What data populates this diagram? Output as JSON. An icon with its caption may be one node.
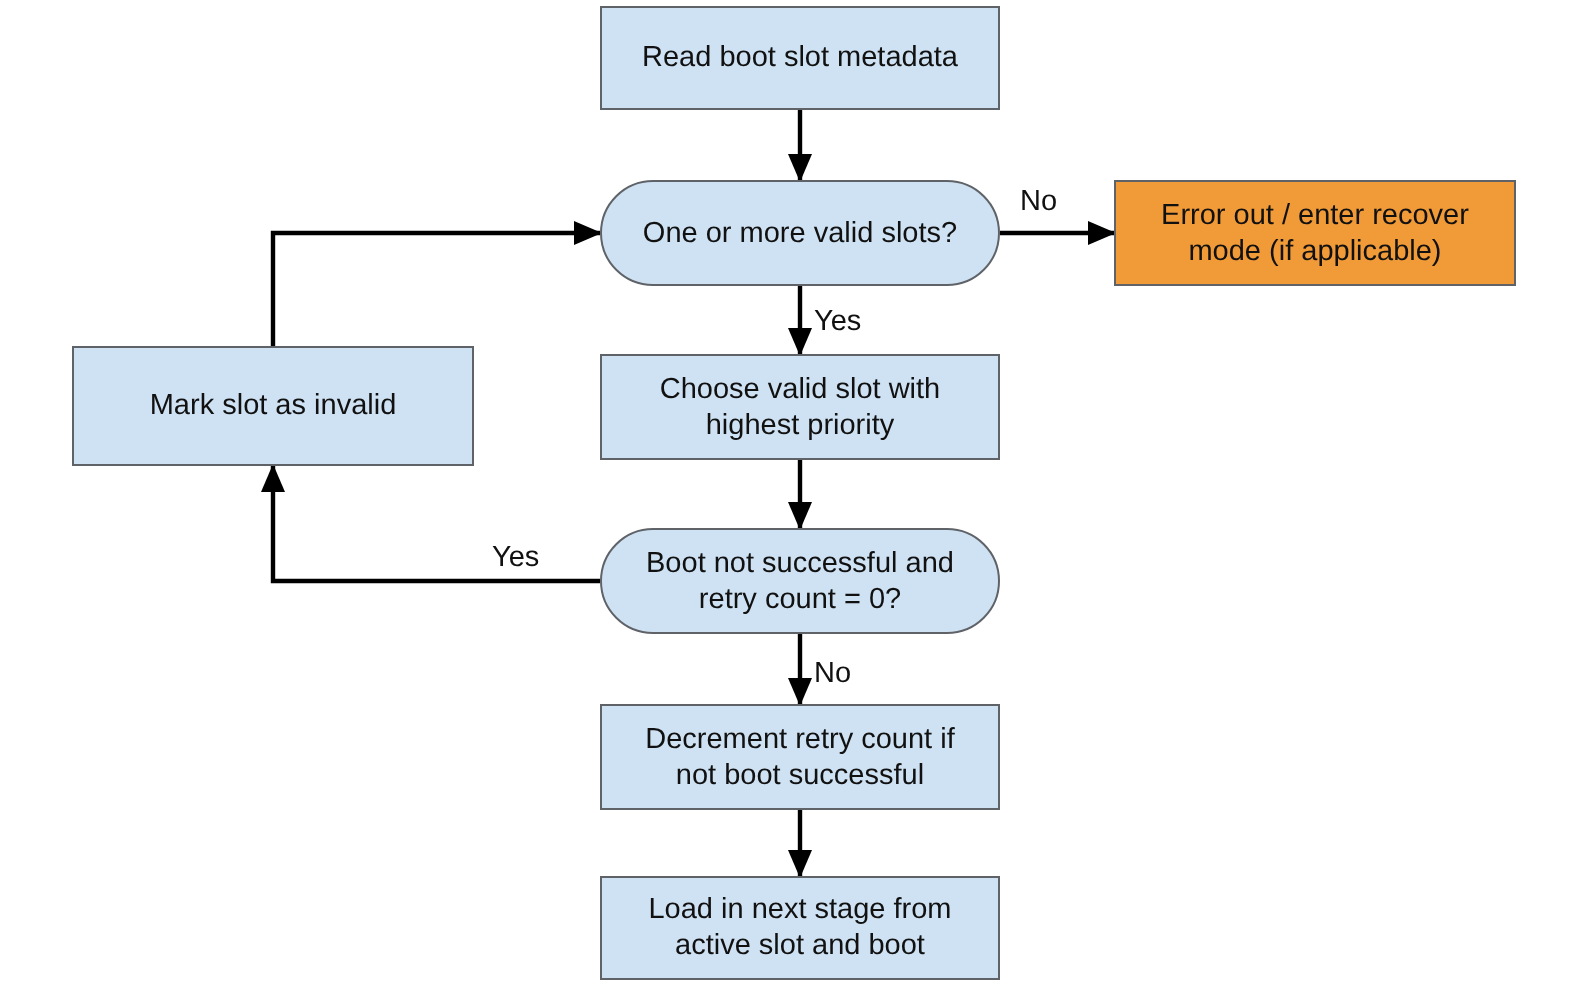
{
  "diagram": {
    "nodes": [
      {
        "text": [
          "Read boot slot metadata"
        ]
      },
      {
        "text": [
          "One or more valid slots?"
        ]
      },
      {
        "text": [
          "Error out / enter recover mode (if applicable)"
        ]
      },
      {
        "text": [
          "Choose valid slot with highest priority"
        ]
      },
      {
        "text": [
          "Mark slot as invalid"
        ]
      },
      {
        "text": [
          "Boot not successful and retry count = 0?"
        ]
      },
      {
        "text": [
          "Decrement retry count if not boot successful"
        ]
      },
      {
        "text": [
          "Load in next stage from active slot and boot"
        ]
      }
    ],
    "edges": [
      {
        "from": 0,
        "to": 1,
        "arrow": "to"
      },
      {
        "from": 1,
        "to": 2,
        "arrow": "to",
        "label": "No"
      },
      {
        "from": 1,
        "to": 3,
        "arrow": "to",
        "label": "Yes"
      },
      {
        "from": 3,
        "to": 5,
        "arrow": "to"
      },
      {
        "from": 5,
        "to": 4,
        "arrow": "to",
        "label": "Yes"
      },
      {
        "from": 4,
        "to": 1,
        "arrow": "to"
      },
      {
        "from": 5,
        "to": 6,
        "arrow": "to",
        "label": "No"
      },
      {
        "from": 6,
        "to": 7,
        "arrow": "to"
      }
    ]
  }
}
